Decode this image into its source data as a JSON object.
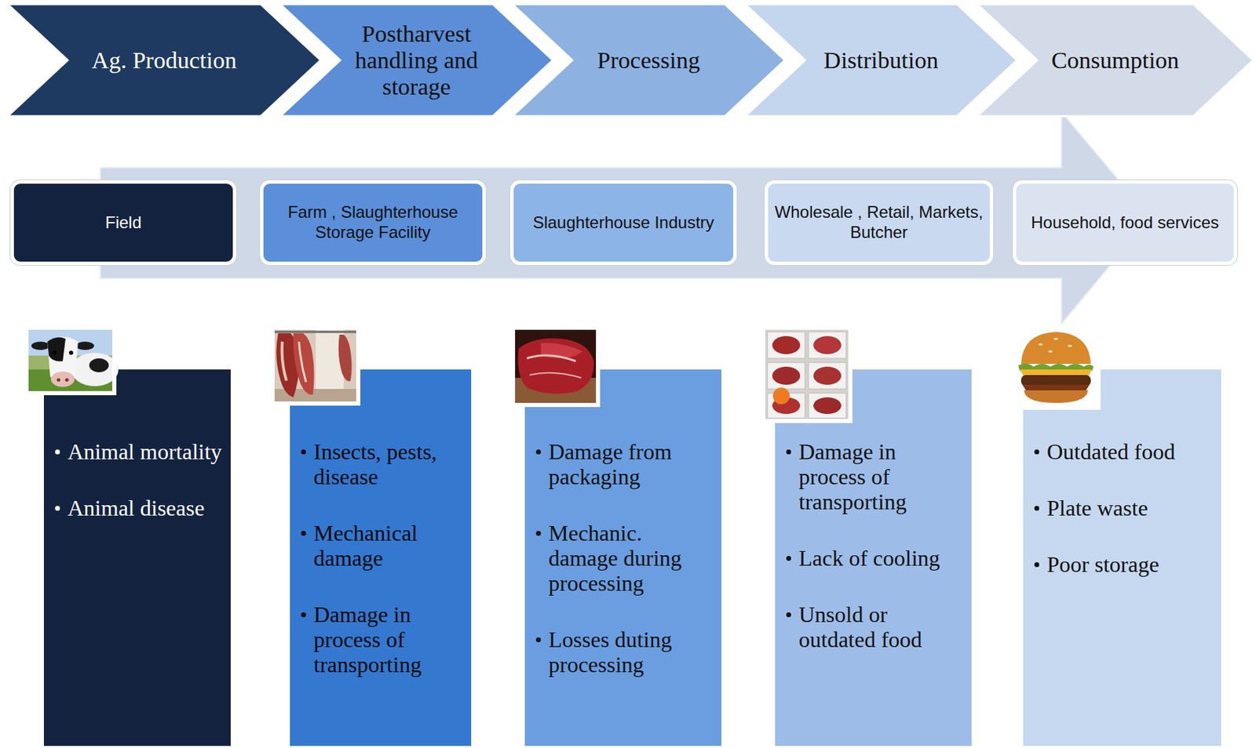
{
  "diagram": {
    "nodes": [
      {
        "text": [
          "Ag. Production"
        ]
      },
      {
        "text": [
          "Postharvest handling and storage"
        ]
      },
      {
        "text": [
          "Processing"
        ]
      },
      {
        "text": [
          "Distribution"
        ]
      },
      {
        "text": [
          "Consumption"
        ]
      },
      {
        "text": [
          "Field"
        ]
      },
      {
        "text": [
          "Farm , Slaughterhouse Storage Facility"
        ]
      },
      {
        "text": [
          "Slaughterhouse Industry"
        ]
      },
      {
        "text": [
          "Wholesale , Retail, Markets, Butcher"
        ]
      },
      {
        "text": [
          "Household, food services"
        ]
      },
      {
        "text": [
          "Animal mortality",
          "Animal disease"
        ]
      },
      {
        "text": [
          "Insects, pests, disease",
          "Mechanical damage",
          "Damage in process of transporting"
        ]
      },
      {
        "text": [
          "Damage from packaging",
          "Mechanic. damage during processing",
          "Losses duting processing"
        ]
      },
      {
        "text": [
          "Damage in process of transporting",
          "Lack of cooling",
          "Unsold or outdated food"
        ]
      },
      {
        "text": [
          "Outdated food",
          "Plate waste",
          "Poor storage"
        ]
      }
    ]
  }
}
